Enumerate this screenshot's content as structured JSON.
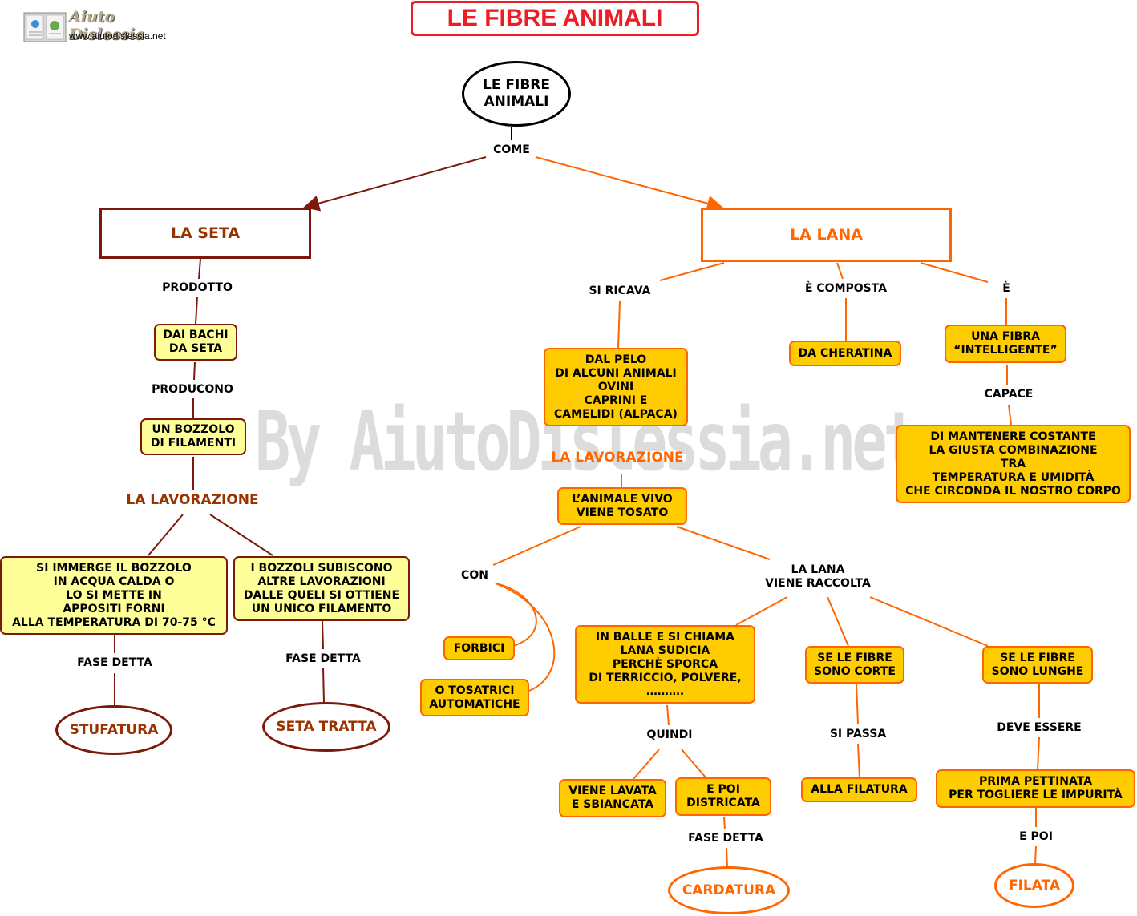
{
  "logo": {
    "name": "Aiuto Dislessia",
    "url": "www.aiutodislessia.net"
  },
  "title": "LE FIBRE ANIMALI",
  "watermark": "By AiutoDislessia.net",
  "colors": {
    "title_red": "#ee1c24",
    "seta_brown": "#7b1a0c",
    "seta_text": "#993300",
    "lana_orange": "#ff6600",
    "yellow_fill": "#ffff99",
    "orange_fill": "#ffcc00"
  },
  "root": {
    "label": "LE FIBRE\n ANIMALI",
    "link": "COME"
  },
  "seta": {
    "title": "LA SETA",
    "link1": "PRODOTTO",
    "node1": "DAI BACHI\nDA SETA",
    "link2": "PRODUCONO",
    "node2": "UN BOZZOLO\nDI FILAMENTI",
    "lavorazione": "LA LAVORAZIONE",
    "left_box": "SI IMMERGE IL BOZZOLO\nIN ACQUA CALDA O\nLO SI METTE IN\nAPPOSITI FORNI\nALLA TEMPERATURA DI 70-75 °C",
    "right_box": "I BOZZOLI SUBISCONO\nALTRE LAVORAZIONI\nDALLE QUELI SI OTTIENE\nUN  UNICO FILAMENTO",
    "fase_left": "FASE DETTA",
    "fase_right": "FASE DETTA",
    "end_left": "STUFATURA",
    "end_right": "SETA TRATTA"
  },
  "lana": {
    "title": "LA LANA",
    "link_ricava": "SI RICAVA",
    "link_composta": "È COMPOSTA",
    "link_e": "È",
    "pelo": "DAL PELO\nDI ALCUNI ANIMALI\nOVINI\nCAPRINI E\nCAMELIDI (ALPACA)",
    "cheratina": "DA CHERATINA",
    "fibra": "UNA FIBRA\n“INTELLIGENTE”",
    "capace": "CAPACE",
    "mantenere": "DI MANTENERE COSTANTE\nLA GIUSTA COMBINAZIONE\nTRA\nTEMPERATURA E UMIDITÀ\nCHE CIRCONDA IL NOSTRO CORPO",
    "lavorazione": "LA LAVORAZIONE",
    "tosato": "L’ANIMALE VIVO\nVIENE TOSATO",
    "con": "CON",
    "forbici": "FORBICI",
    "tosatrici": "O TOSATRICI\nAUTOMATICHE",
    "raccolta": "LA LANA\nVIENE RACCOLTA",
    "balle": "IN BALLE E SI CHIAMA\nLANA SUDICIA\nPERCHÈ SPORCA\nDI TERRICCIO, POLVERE,\n……….",
    "quindi": "QUINDI",
    "lavata": "VIENE LAVATA\nE SBIANCATA",
    "districata": "E POI\nDISTRICATA",
    "fase_detta": "FASE DETTA",
    "cardatura": "CARDATURA",
    "corte": "SE LE FIBRE\nSONO CORTE",
    "si_passa": "SI PASSA",
    "filatura": "ALLA FILATURA",
    "lunghe": "SE LE FIBRE\nSONO LUNGHE",
    "deve_essere": "DEVE ESSERE",
    "pettinata": "PRIMA PETTINATA\nPER TOGLIERE LE  IMPURITÀ",
    "e_poi": "E POI",
    "filata": "FILATA"
  }
}
